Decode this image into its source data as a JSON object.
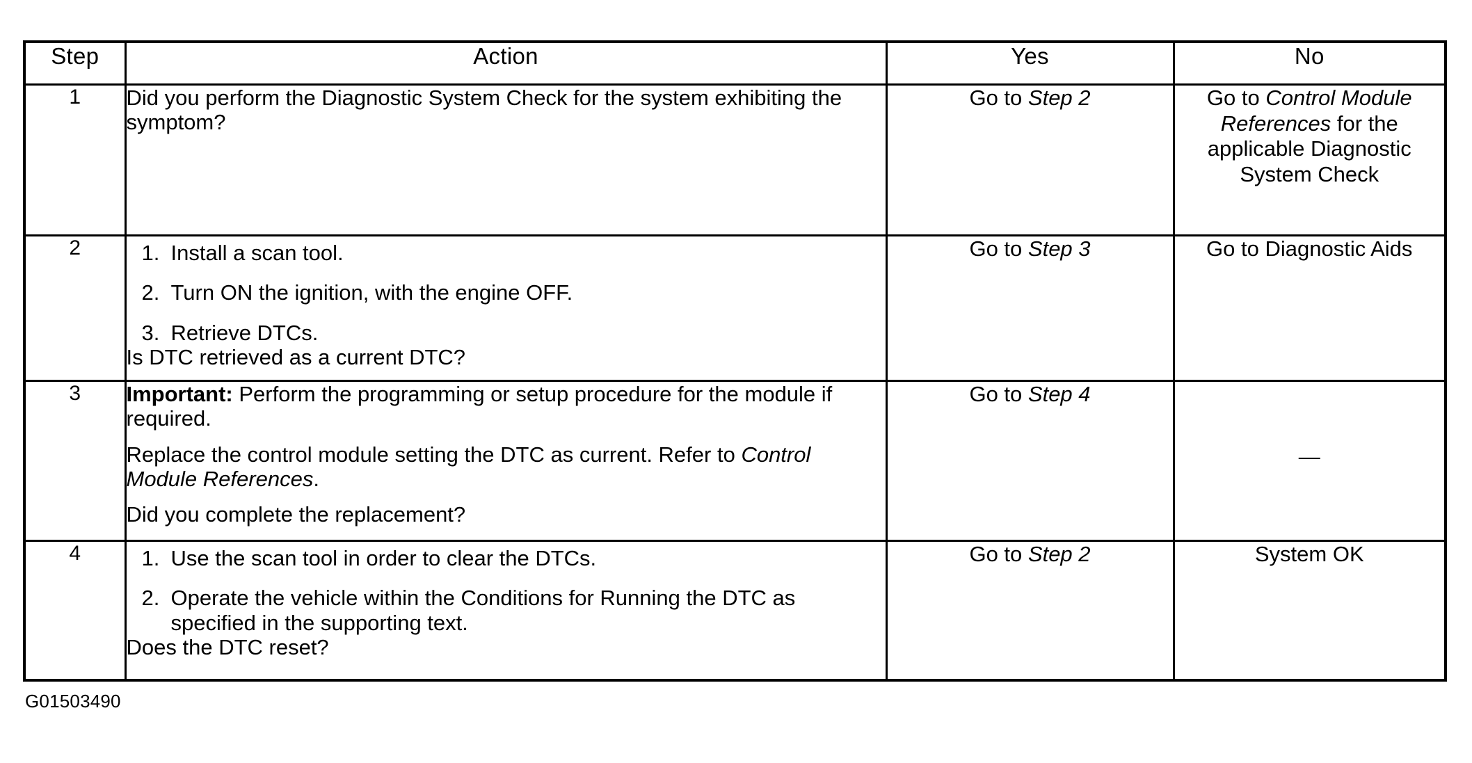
{
  "figure": {
    "caption": "G01503490"
  },
  "table": {
    "headers": {
      "step": "Step",
      "action": "Action",
      "yes": "Yes",
      "no": "No"
    },
    "rows": [
      {
        "step": "1",
        "action": {
          "paragraphs": [
            "Did you perform the Diagnostic System Check for the system exhibiting the symptom?"
          ]
        },
        "yes": {
          "prefix": "Go to ",
          "italic": "Step 2",
          "suffix": ""
        },
        "no": {
          "prefix": "Go to ",
          "italic": "Control Module References",
          "suffix": " for the applicable Diagnostic System Check"
        }
      },
      {
        "step": "2",
        "action": {
          "list": [
            {
              "num": "1.",
              "text": "Install a scan tool."
            },
            {
              "num": "2.",
              "text": "Turn ON the ignition, with the engine OFF."
            },
            {
              "num": "3.",
              "text": "Retrieve DTCs."
            }
          ],
          "question": "Is DTC retrieved as a current DTC?"
        },
        "yes": {
          "prefix": "Go to ",
          "italic": "Step 3",
          "suffix": ""
        },
        "no": {
          "prefix": "Go to Diagnostic Aids",
          "italic": "",
          "suffix": ""
        }
      },
      {
        "step": "3",
        "action": {
          "important_label": "Important:",
          "important_text": " Perform the programming or setup procedure for the module if required.",
          "body_prefix": "Replace the control module setting the DTC as current. Refer to ",
          "body_italic": "Control Module References",
          "body_suffix": ".",
          "question": "Did you complete the replacement?"
        },
        "yes": {
          "prefix": "Go to ",
          "italic": "Step 4",
          "suffix": ""
        },
        "no": {
          "prefix": "—",
          "italic": "",
          "suffix": ""
        }
      },
      {
        "step": "4",
        "action": {
          "list": [
            {
              "num": "1.",
              "text": "Use the scan tool in order to clear the DTCs."
            },
            {
              "num": "2.",
              "text": "Operate the vehicle within the Conditions for Running the DTC as specified in the supporting text."
            }
          ],
          "question": "Does the DTC reset?"
        },
        "yes": {
          "prefix": "Go to ",
          "italic": "Step 2",
          "suffix": ""
        },
        "no": {
          "prefix": "System OK",
          "italic": "",
          "suffix": ""
        }
      }
    ]
  }
}
